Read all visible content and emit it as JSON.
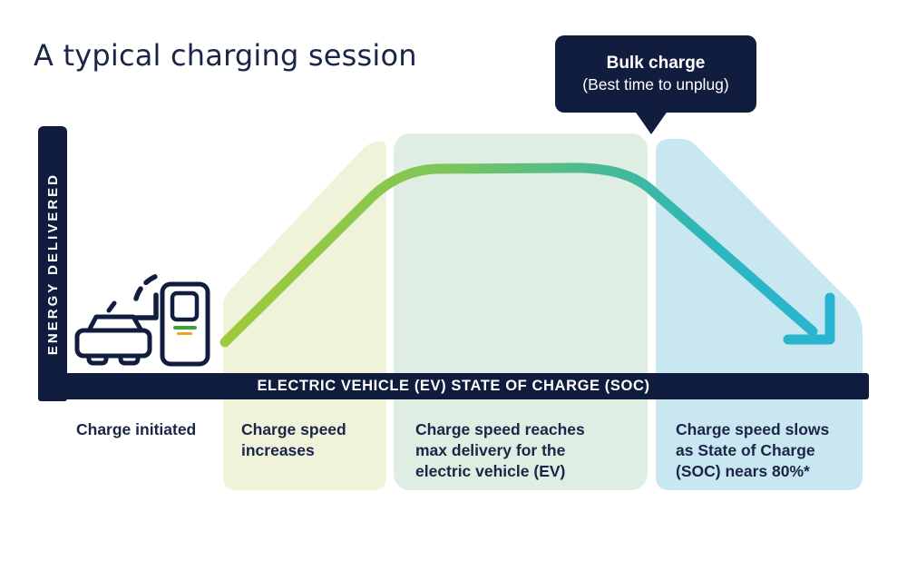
{
  "title": "A typical charging session",
  "callout": {
    "heading": "Bulk charge",
    "subheading": "(Best time to unplug)"
  },
  "y_axis_label": "ENERGY DELIVERED",
  "x_axis_label": "ELECTRIC VEHICLE (EV) STATE OF CHARGE (SOC)",
  "phase_labels": {
    "phase1": "Charge initiated",
    "phase2": "Charge speed\nincreases",
    "phase3": "Charge speed reaches\nmax delivery for the\nelectric vehicle (EV)",
    "phase4": "Charge speed slows\nas State of Charge\n(SOC) nears 80%*"
  },
  "icons": {
    "car": "car-icon",
    "charging_station": "charging-station-icon",
    "dashed_connector": "dashed-arrow-icon",
    "curve_arrowhead": "down-right-arrow-icon"
  },
  "colors": {
    "navy_bars": "#0f1c3e",
    "navy_text": "#1b2547",
    "phase2_bg": "#eff3da",
    "phase3_bg": "#dfeee3",
    "phase4_bg": "#c9e7f0",
    "curve_start_green": "#9eca3b",
    "curve_end_teal": "#28b4d4",
    "station_logo_green": "#3aa335",
    "station_logo_yellow": "#e8a921",
    "callout_text": "#ffffff"
  },
  "chart_data": {
    "type": "line",
    "title": "A typical charging session",
    "xlabel": "ELECTRIC VEHICLE (EV) STATE OF CHARGE (SOC)",
    "ylabel": "ENERGY DELIVERED",
    "x_ticks": [],
    "y_ticks": [],
    "legend": "none",
    "annotations": [
      "Bulk charge (Best time to unplug)"
    ],
    "series": [
      {
        "name": "Charging speed curve",
        "x_pct": [
          0,
          23,
          31,
          55,
          67,
          94
        ],
        "y_pct": [
          21,
          80,
          88,
          88,
          80,
          26
        ],
        "style": "thick rounded stroke, green-to-teal gradient, ends in down-right arrowhead"
      }
    ],
    "phases": [
      "Charge initiated",
      "Charge speed increases",
      "Charge speed reaches max delivery for the electric vehicle (EV)",
      "Charge speed slows as State of Charge (SOC) nears 80%*"
    ]
  }
}
